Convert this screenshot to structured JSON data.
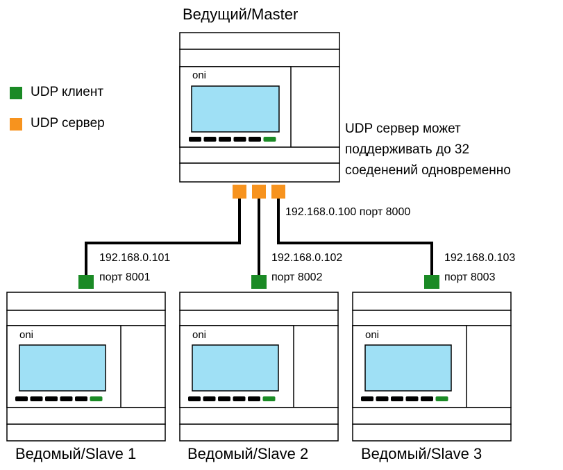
{
  "colors": {
    "udp_client": "#1a8a25",
    "udp_server": "#f7931e",
    "screen": "#9fe0f5",
    "frame": "#000000"
  },
  "legend": {
    "client_label": "UDP клиент",
    "server_label": "UDP сервер"
  },
  "note": {
    "lines": [
      "UDP сервер может",
      "поддерживать до 32",
      "соеденений одновременно"
    ]
  },
  "master": {
    "title": "Ведущий/Master",
    "brand": "oni",
    "address": "192.168.0.100 порт 8000"
  },
  "slaves": [
    {
      "title": "Ведомый/Slave 1",
      "brand": "oni",
      "ip": "192.168.0.101",
      "port": "порт 8001"
    },
    {
      "title": "Ведомый/Slave 2",
      "brand": "oni",
      "ip": "192.168.0.102",
      "port": "порт 8002"
    },
    {
      "title": "Ведомый/Slave 3",
      "brand": "oni",
      "ip": "192.168.0.103",
      "port": "порт 8003"
    }
  ]
}
